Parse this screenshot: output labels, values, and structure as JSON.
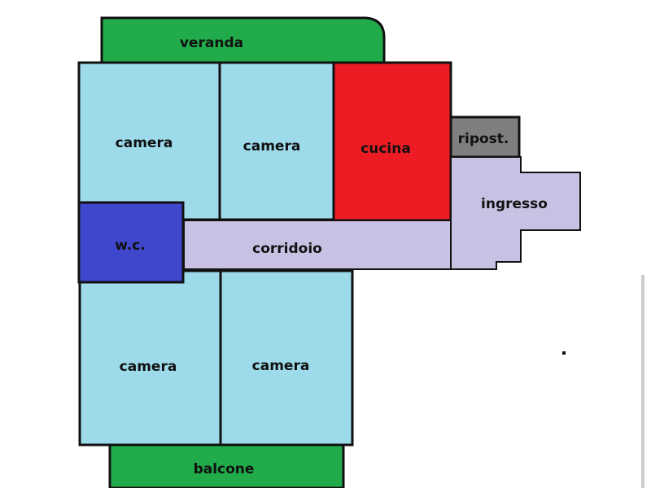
{
  "colors": {
    "outdoor": "#22ab4a",
    "camera": "#9ddbeb",
    "cucina": "#ed1c24",
    "wc": "#3f48cc",
    "corridoio": "#c8c1e4",
    "ingresso": "#c8c1e4",
    "ripostiglio": "#7f7f7f",
    "wall": "#111111"
  },
  "rooms": {
    "veranda": "veranda",
    "camera_top_left": "camera",
    "camera_top_right": "camera",
    "cucina": "cucina",
    "ripostiglio": "ripost.",
    "ingresso": "ingresso",
    "wc": "w.c.",
    "corridoio": "corridoio",
    "camera_bottom_left": "camera",
    "camera_bottom_right": "camera",
    "balcone": "balcone"
  }
}
